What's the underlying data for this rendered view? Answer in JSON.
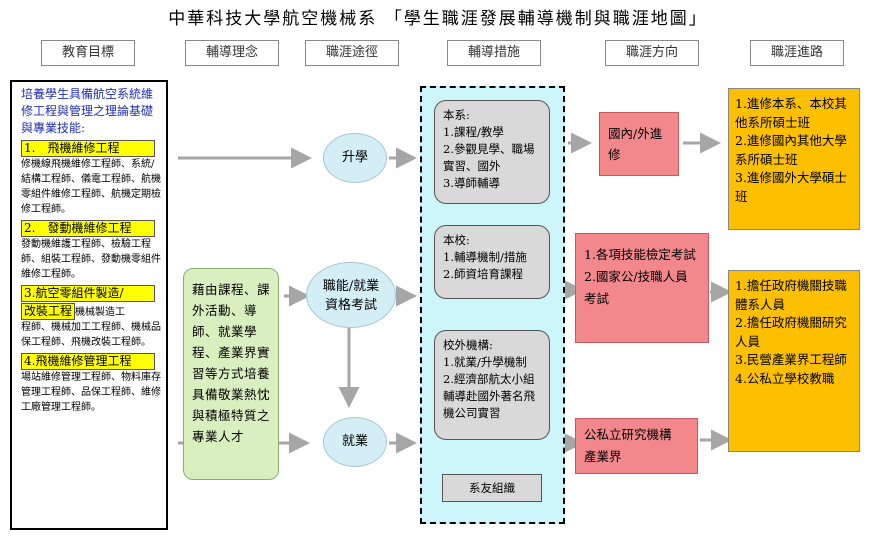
{
  "title": "中華科技大學航空機械系 「學生職涯發展輔導機制與職涯地圖」",
  "headers": [
    "教育目標",
    "輔導理念",
    "職涯途徑",
    "輔導措施",
    "職涯方向",
    "職涯進路"
  ],
  "goals": {
    "intro": "培養學生具備航空系統維修工程與管理之理論基礎與專業技能:",
    "items": [
      {
        "heading": "1.　飛機維修工程",
        "desc": "修機線飛機維修工程師、系統/結構工程師、儀電工程師、航機零組件維修工程師、航機定期檢修工程師。"
      },
      {
        "heading": "2.　發動機維修工程",
        "desc": "發動機維護工程師、檢驗工程師、組裝工程師、發動機零組件維修工程師。"
      },
      {
        "heading_line1": "3.航空零組件製造/",
        "heading_line2": "改裝工程",
        "desc_inline": "機械製造工",
        "desc": "程師、機械加工工程師、機械品保工程師、飛機改裝工程師。"
      },
      {
        "heading": "4.飛機維修管理工程",
        "desc": "場站維修管理工程師、物料庫存管理工程師、品保工程師、維修工廠管理工程師。"
      }
    ]
  },
  "philosophy": "藉由課程、課外活動、導師、就業學程、產業界實習等方式培養具備敬業熱忱與積極特質之專業人才",
  "paths": [
    "升學",
    "職能/就業資格考試",
    "就業"
  ],
  "measures": {
    "dept": {
      "title": "本系:",
      "items": [
        "1.課程/教學",
        "2.參觀見學、職場實習、國外",
        "3.導師輔導"
      ]
    },
    "school": {
      "title": "本校:",
      "items": [
        "1.輔導機制/措施",
        "2.師資培育課程"
      ]
    },
    "external": {
      "title": "校外機構:",
      "items": [
        "1.就業/升學機制",
        "2.經濟部航太小組輔導赴國外著名飛機公司實習"
      ]
    },
    "alumni": "系友組織"
  },
  "directions": {
    "d1": "國內/外進修",
    "d2": [
      "1.各項技能檢定考試",
      "2.國家公/技職人員考試"
    ],
    "d3": [
      "公私立研究機構",
      "產業界"
    ]
  },
  "careers": {
    "c1": [
      "1.進修本系、本校其他系所碩士班",
      "2.進修國內其他大學系所碩士班",
      "3.進修國外大學碩士班"
    ],
    "c2": [
      "1.擔任政府機關技職體系人員",
      "2.擔任政府機關研究人員",
      "3.民營產業界工程師",
      "4.公私立學校教職"
    ]
  },
  "colors": {
    "goals_intro": "#1f2fb5",
    "highlight": "#ffff00",
    "philosophy_bg": "#d9efbf",
    "circle_bg": "#d4eef6",
    "measures_bg": "#ccf6fa",
    "measure_box": "#d9d9d9",
    "direction_box": "#f2888c",
    "career_box": "#fcc000",
    "arrow": "#a6a6a6"
  }
}
